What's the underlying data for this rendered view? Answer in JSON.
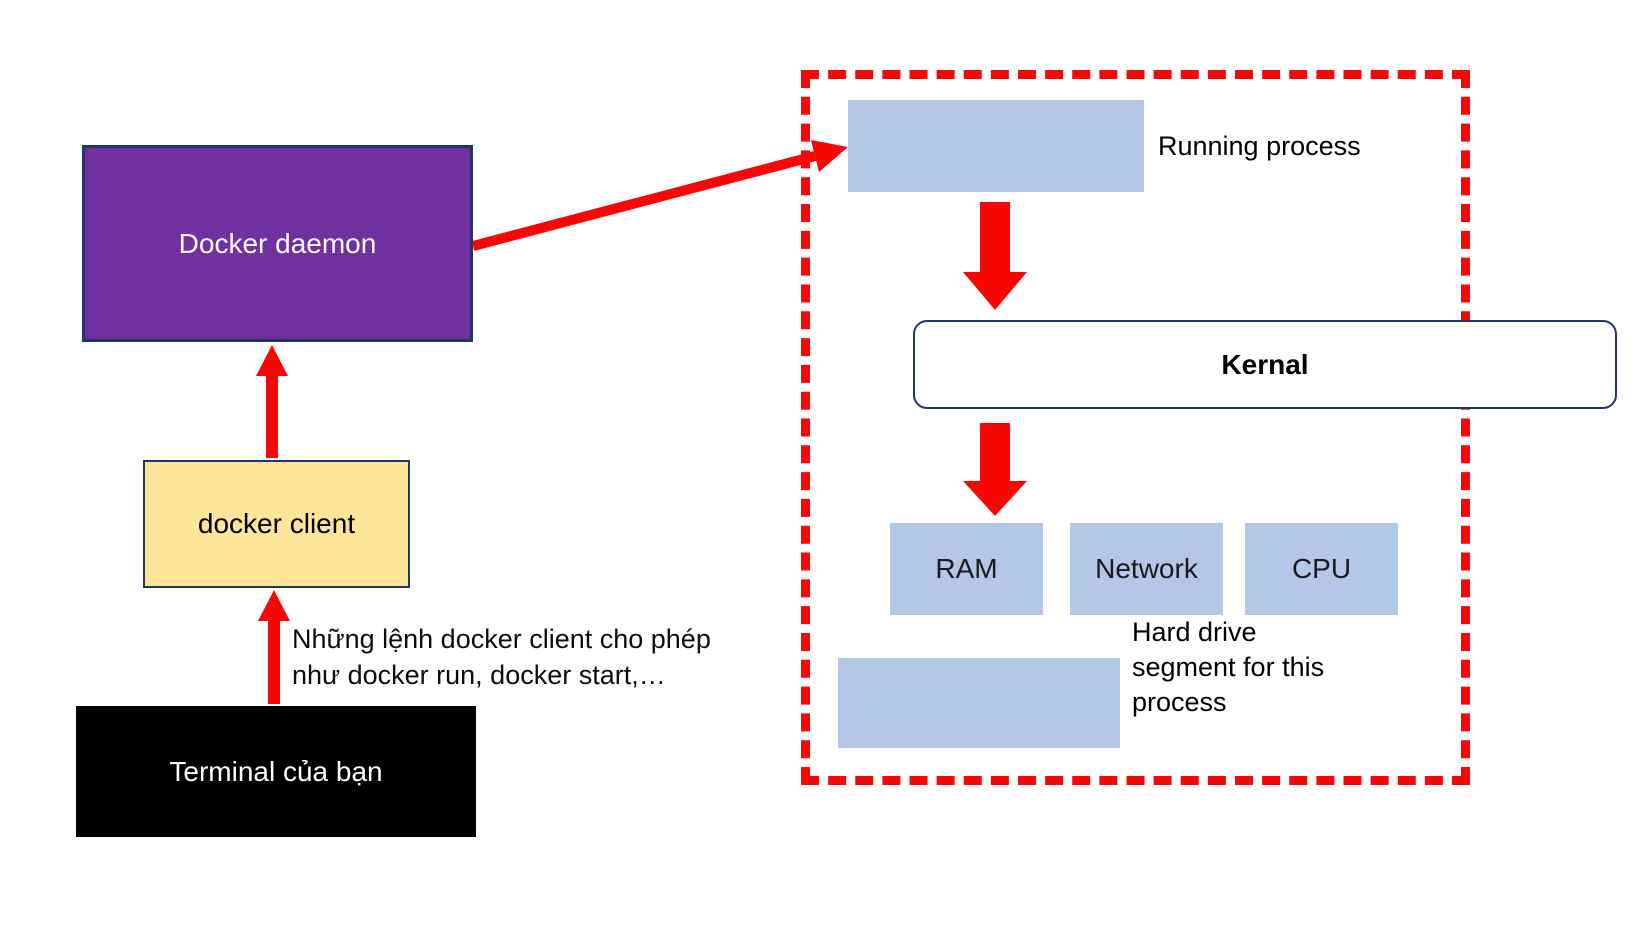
{
  "boxes": {
    "docker_daemon": "Docker daemon",
    "docker_client": "docker client",
    "terminal": "Terminal của bạn",
    "running_process": "Running process",
    "kernel": "Kernal",
    "resources": [
      "RAM",
      "Network",
      "CPU"
    ],
    "hard_drive_lines": [
      "Hard drive",
      "segment for this",
      "process"
    ]
  },
  "note_lines": [
    "Những lệnh docker client cho phép",
    "như docker run, docker start,…"
  ],
  "colors": {
    "daemon_fill": "#7030A0",
    "client_fill": "#FFE599",
    "terminal_fill": "#000000",
    "resource_fill": "#B4C7E7",
    "outline_navy": "#1F3864",
    "arrow_red": "#F90606",
    "boundary_red": "#F90606"
  }
}
